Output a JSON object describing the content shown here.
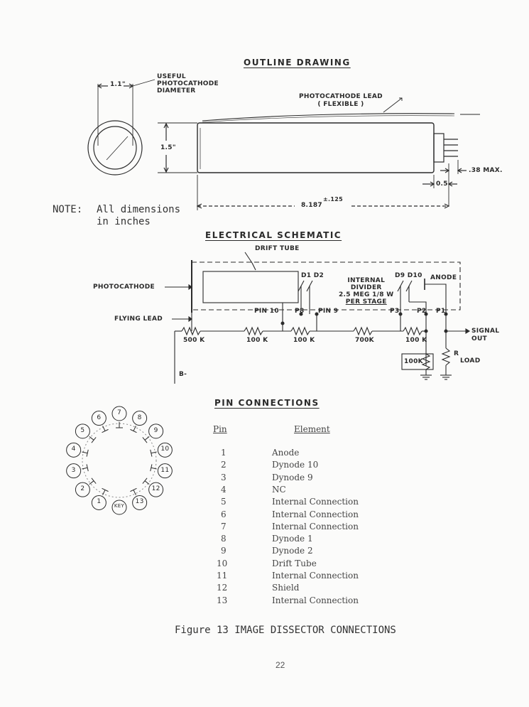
{
  "outline": {
    "title": "OUTLINE DRAWING",
    "useful_label": [
      "USEFUL",
      "PHOTOCATHODE",
      "DIAMETER"
    ],
    "diameter_dim": "1.1\"",
    "height_dim": "1.5\"",
    "lead_label": [
      "PHOTOCATHODE LEAD",
      "( FLEXIBLE )"
    ],
    "max_dim": ".38 MAX.",
    "pin_dim": "0.5",
    "length_dim": "8.187",
    "tolerance": "±.125"
  },
  "note": {
    "label": "NOTE:",
    "lines": [
      "All dimensions",
      "in inches"
    ]
  },
  "schematic": {
    "title": "ELECTRICAL SCHEMATIC",
    "drift_tube": "DRIFT TUBE",
    "photocathode": "PHOTOCATHODE",
    "flying_lead": "FLYING LEAD",
    "d1_d2": "D1 D2",
    "divider": [
      "INTERNAL",
      "DIVIDER",
      "2.5 MEG 1/8 W",
      "PER STAGE"
    ],
    "d9_d10": "D9 D10",
    "anode": "ANODE",
    "pins": [
      "PIN 10",
      "P8",
      "PIN 9",
      "P3",
      "P2",
      "P1"
    ],
    "resistors": [
      "500 K",
      "100 K",
      "100 K",
      "700K",
      "100 K"
    ],
    "signal_out": [
      "SIGNAL",
      "OUT"
    ],
    "load_r": "100K",
    "rload": [
      "R",
      "LOAD"
    ],
    "b_minus": "B-"
  },
  "pins_section": {
    "title": "PIN CONNECTIONS",
    "col_pin": "Pin",
    "col_element": "Element",
    "rows": [
      {
        "pin": "1",
        "element": "Anode"
      },
      {
        "pin": "2",
        "element": "Dynode 10"
      },
      {
        "pin": "3",
        "element": "Dynode 9"
      },
      {
        "pin": "4",
        "element": "NC"
      },
      {
        "pin": "5",
        "element": "Internal Connection"
      },
      {
        "pin": "6",
        "element": "Internal Connection"
      },
      {
        "pin": "7",
        "element": "Internal Connection"
      },
      {
        "pin": "8",
        "element": "Dynode 1"
      },
      {
        "pin": "9",
        "element": "Dynode 2"
      },
      {
        "pin": "10",
        "element": "Drift Tube"
      },
      {
        "pin": "11",
        "element": "Internal Connection"
      },
      {
        "pin": "12",
        "element": "Shield"
      },
      {
        "pin": "13",
        "element": "Internal Connection"
      }
    ]
  },
  "base_diagram": {
    "pins": [
      "1",
      "2",
      "3",
      "4",
      "5",
      "6",
      "7",
      "8",
      "9",
      "10",
      "11",
      "12",
      "13"
    ],
    "key": "KEY"
  },
  "caption": "Figure 13 IMAGE DISSECTOR CONNECTIONS",
  "page_number": "22"
}
